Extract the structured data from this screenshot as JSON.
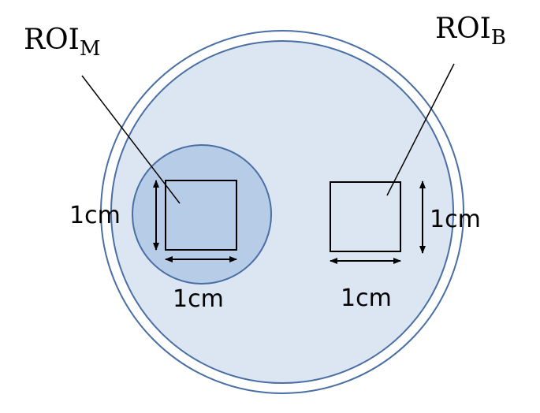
{
  "labels": {
    "roi_left_main": "ROI",
    "roi_left_sub": "M",
    "roi_right_main": "ROI",
    "roi_right_sub": "B",
    "dim_left_vertical": "1cm",
    "dim_left_horizontal": "1cm",
    "dim_right_vertical": "1cm",
    "dim_right_horizontal": "1cm"
  },
  "colors": {
    "outer_ring_stroke": "#4a6fa5",
    "phantom_fill": "#dce6f2",
    "insert_fill": "#b7cce6",
    "insert_stroke": "#4a6fa5",
    "line": "#000000"
  }
}
